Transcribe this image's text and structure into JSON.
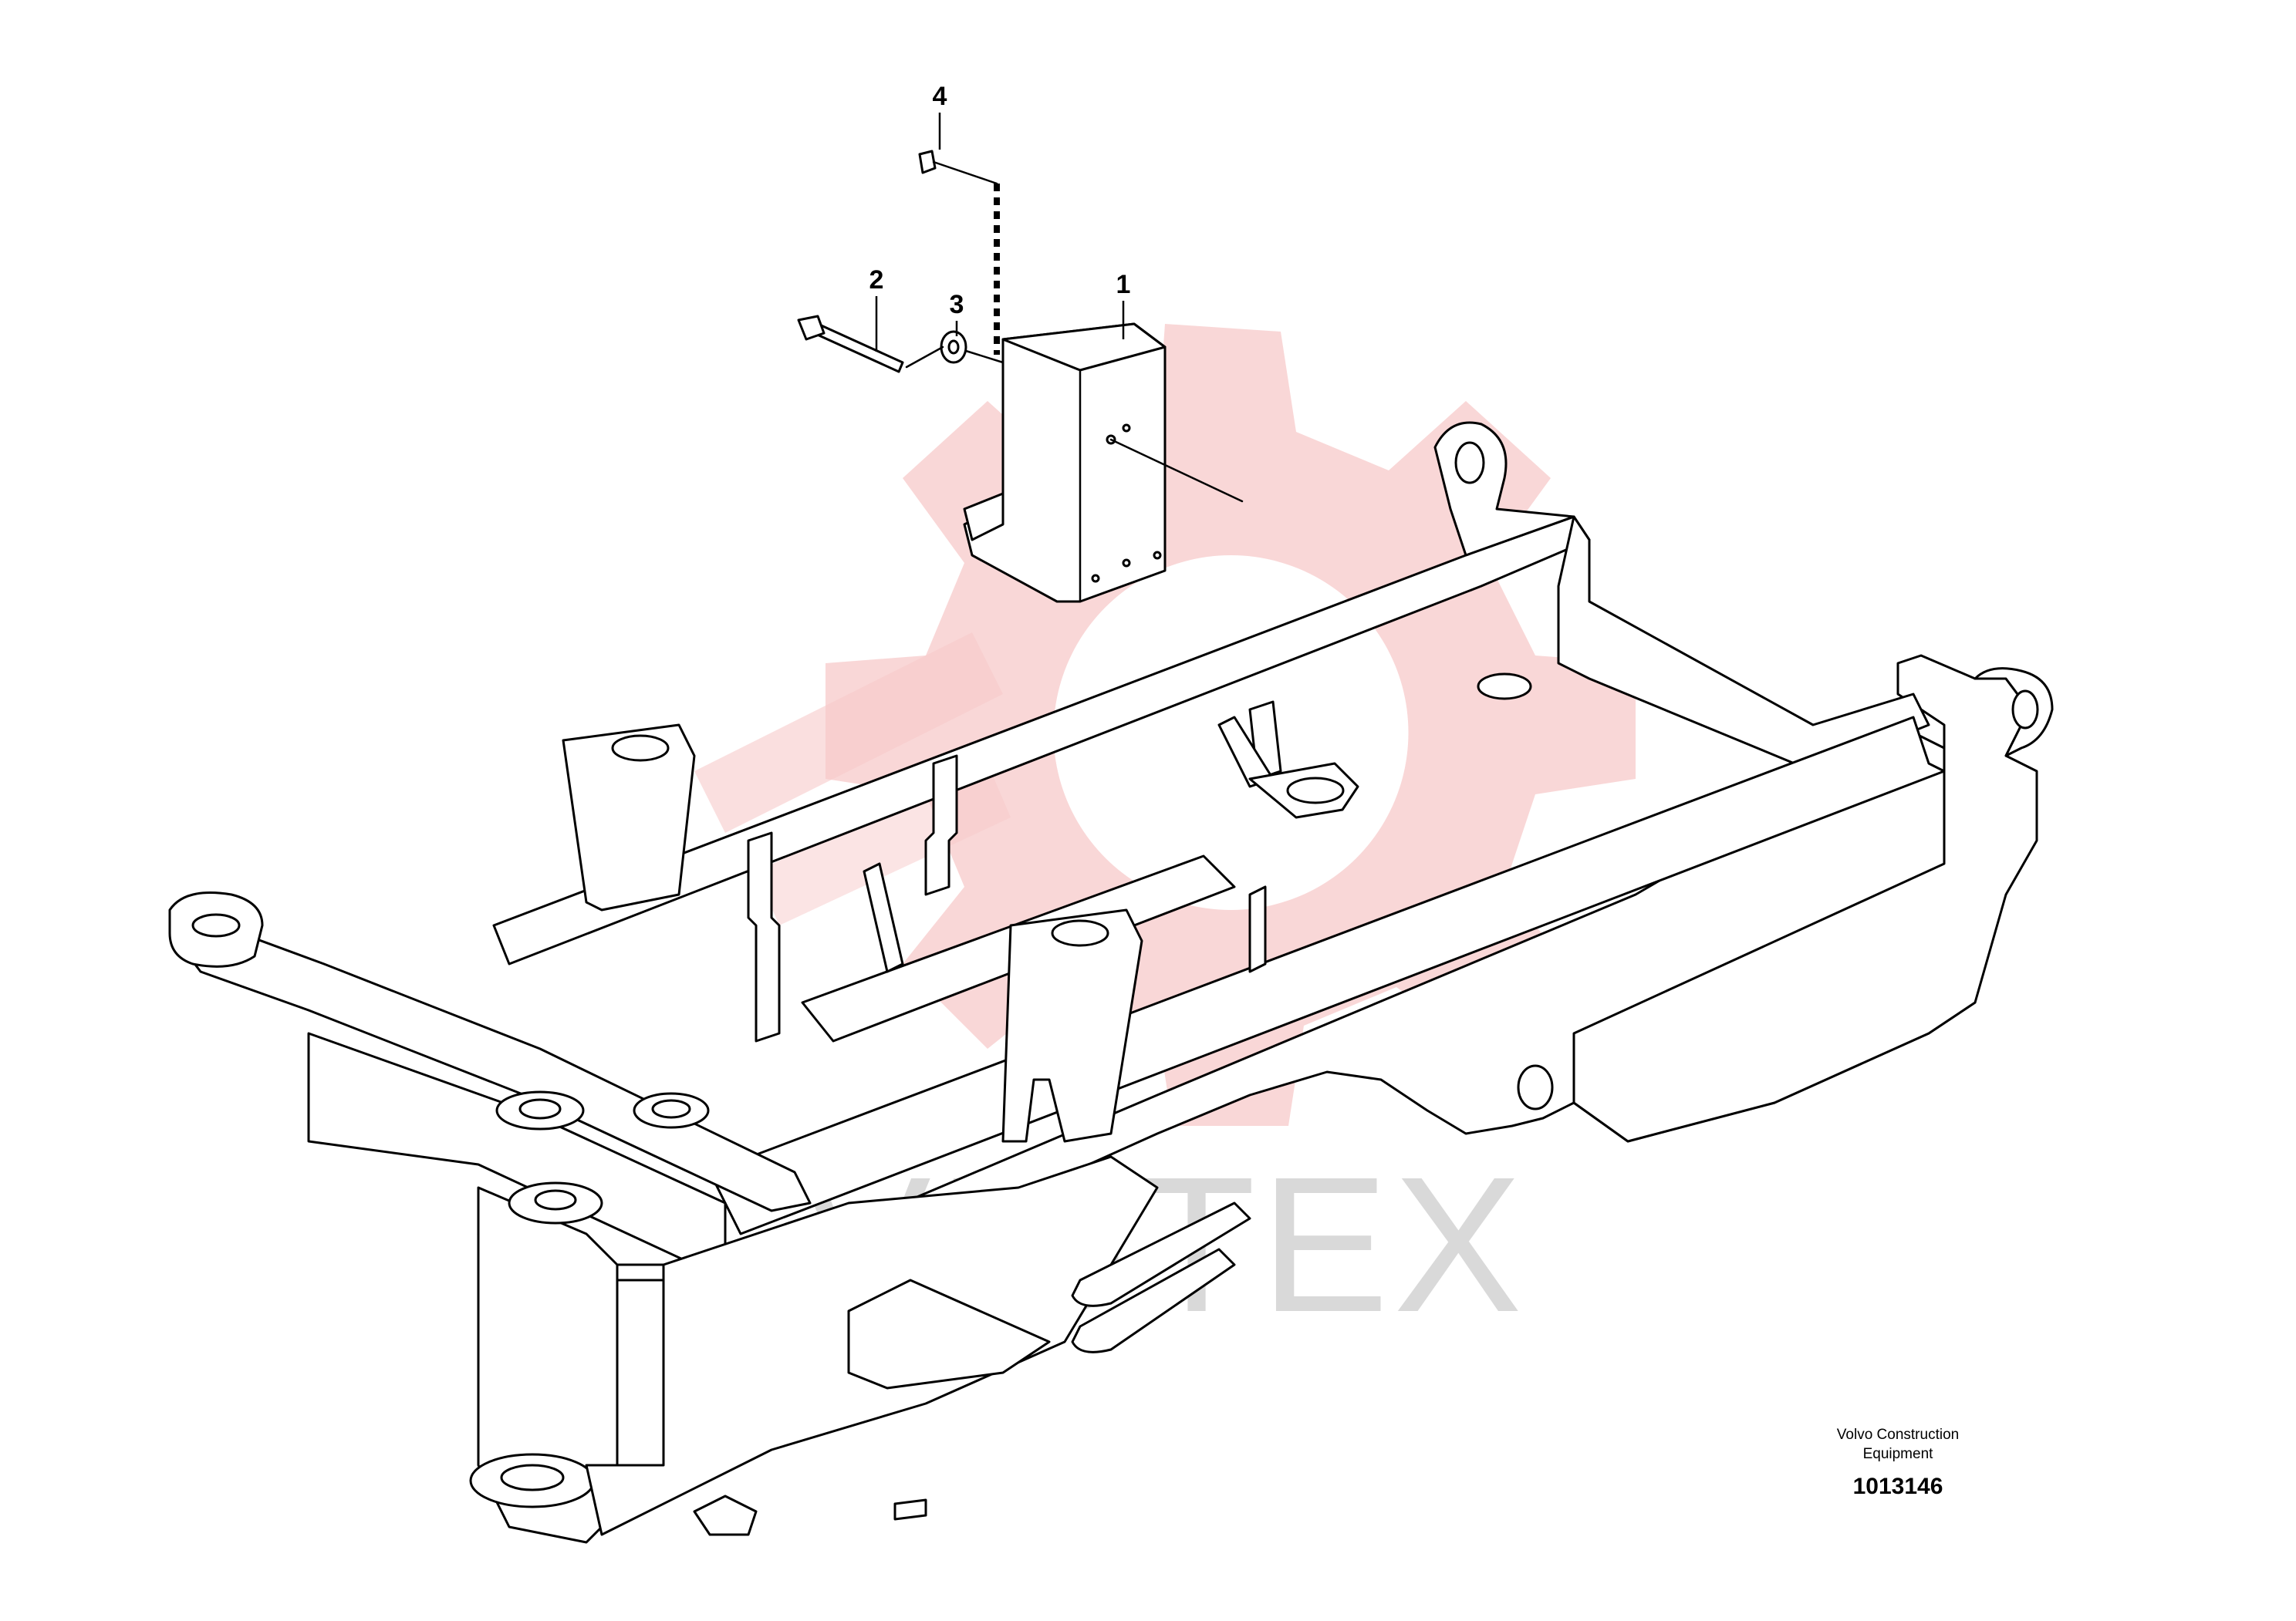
{
  "watermark": {
    "text": "VIUTEX",
    "gear_color": "#f7caca",
    "text_color": "#d9d9d9"
  },
  "callouts": [
    {
      "number": "1"
    },
    {
      "number": "2"
    },
    {
      "number": "3"
    },
    {
      "number": "4"
    }
  ],
  "drawing_info": {
    "manufacturer": "Volvo Construction Equipment",
    "manufacturer_line1": "Volvo Construction",
    "manufacturer_line2": "Equipment",
    "reference_number": "1013146"
  }
}
